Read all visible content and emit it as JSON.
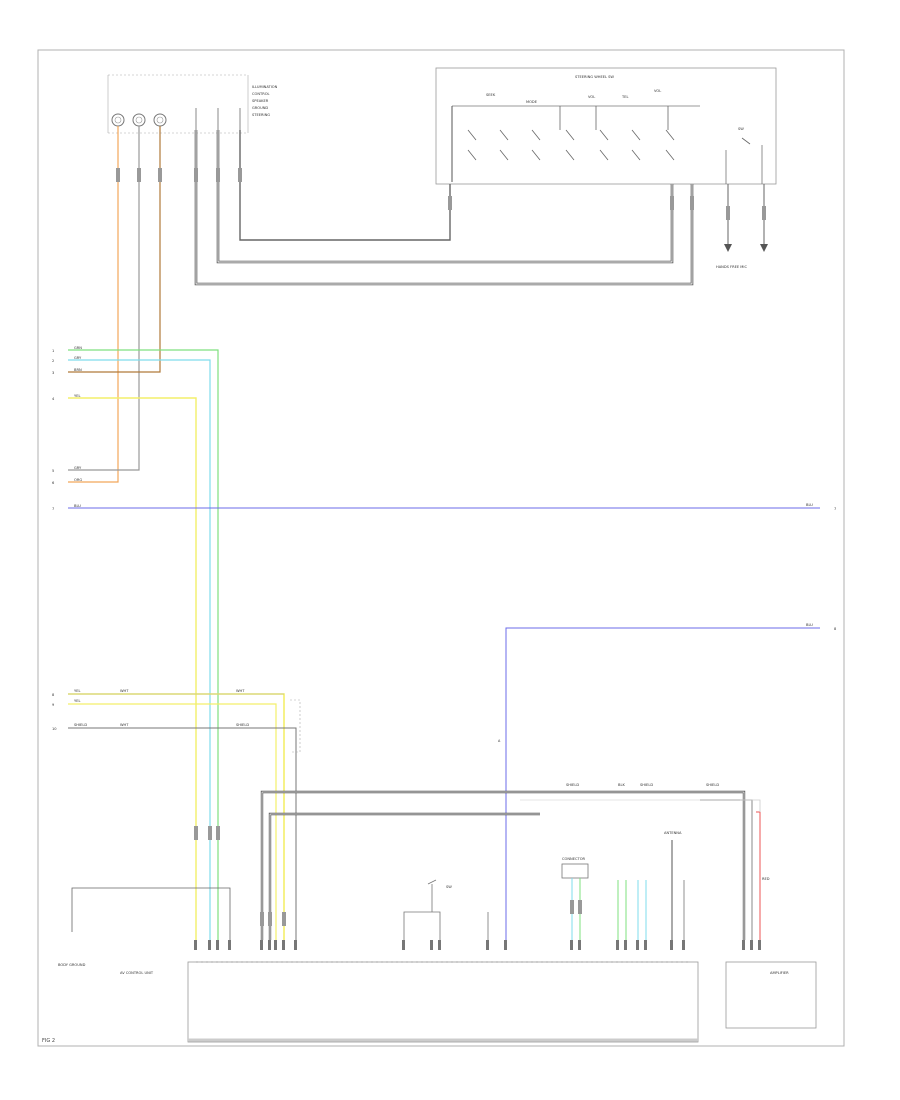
{
  "labels": {
    "top_switch_panel": "STEERING WHEEL SW",
    "top_switch_names": [
      "SEEK",
      "MODE",
      "VOL",
      "TEL",
      "VOL"
    ],
    "top_right_sw": "SW",
    "hands_free_mic": "HANDS FREE MIC",
    "top_left_legend": [
      "ILLUMINATION",
      "CONTROL",
      "SPEAKER",
      "GROUND",
      "STEERING"
    ],
    "bottom_module": "AV CONTROL UNIT",
    "right_module": "AMPLIFIER",
    "left_ground": "BODY GROUND",
    "center_sw": "SW",
    "center_antenna": "ANTENNA",
    "center_conn": "CONNECTOR",
    "footer_code": "FIG 2"
  },
  "wire_labels": {
    "orange": "ORG",
    "grey": "GRY",
    "brown": "BRN",
    "green": "GRN",
    "blue": "BLU",
    "yellow": "YEL",
    "white": "WHT",
    "black": "BLK",
    "shield": "SHIELD",
    "red": "RED"
  },
  "colors": {
    "frame": "#b0b0b0",
    "wire_dark": "#555555",
    "wire_grey": "#8a8a8a",
    "orange": "#f2a65a",
    "brown": "#b07a3a",
    "green": "#7fe07f",
    "cyan": "#7fdcec",
    "yellow": "#f3ef6a",
    "blue": "#6b6bea",
    "red": "#ee5555"
  }
}
